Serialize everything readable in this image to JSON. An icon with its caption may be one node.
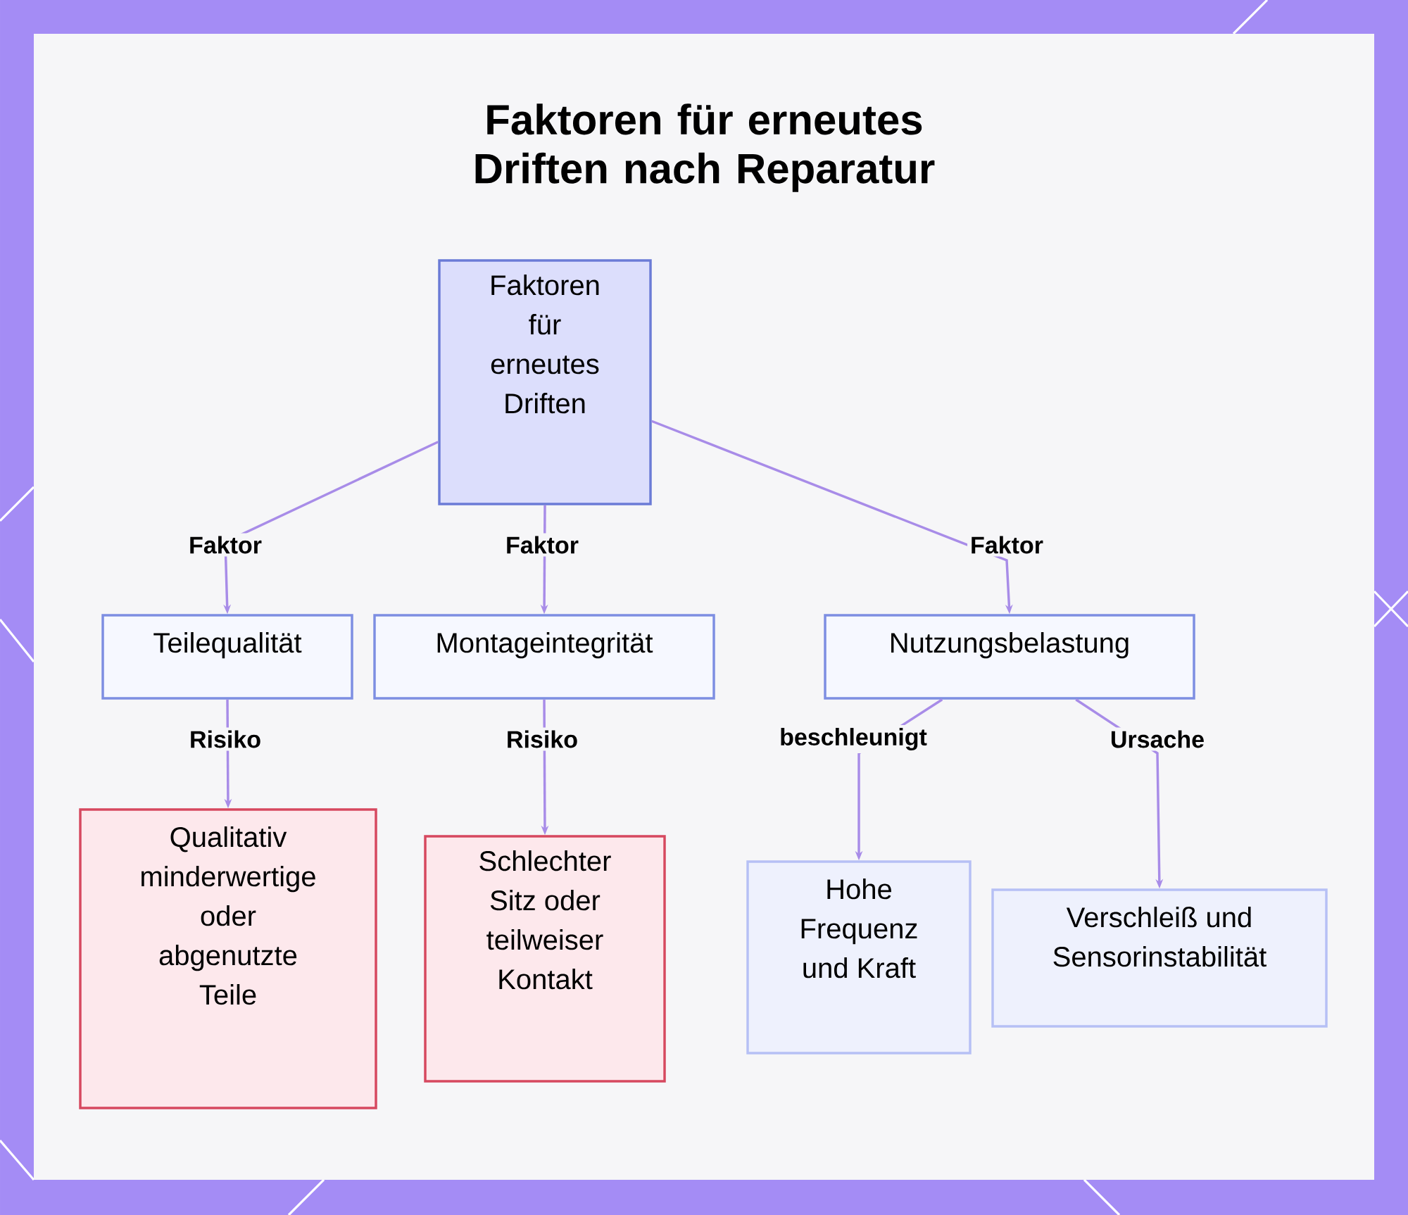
{
  "diagram": {
    "title": "Faktoren für erneutes Driften nach Reparatur",
    "nodes": [
      {
        "text": [
          "Faktoren für erneutes Driften"
        ]
      },
      {
        "text": [
          "Teilequalität"
        ]
      },
      {
        "text": [
          "Montageintegrität"
        ]
      },
      {
        "text": [
          "Nutzungsbelastung"
        ]
      },
      {
        "text": [
          "Qualitativ minderwertige oder abgenutzte Teile"
        ]
      },
      {
        "text": [
          "Schlechter Sitz oder teilweiser Kontakt"
        ]
      },
      {
        "text": [
          "Hohe Frequenz und Kraft"
        ]
      },
      {
        "text": [
          "Verschleiß und Sensorinstabilität"
        ]
      }
    ],
    "edges": [
      {
        "from": 0,
        "to": 1,
        "arrow": "to",
        "label": "Faktor"
      },
      {
        "from": 0,
        "to": 2,
        "arrow": "to",
        "label": "Faktor"
      },
      {
        "from": 0,
        "to": 3,
        "arrow": "to",
        "label": "Faktor"
      },
      {
        "from": 1,
        "to": 4,
        "arrow": "to",
        "label": "Risiko"
      },
      {
        "from": 2,
        "to": 5,
        "arrow": "to",
        "label": "Risiko"
      },
      {
        "from": 3,
        "to": 6,
        "arrow": "to",
        "label": "beschleunigt"
      },
      {
        "from": 3,
        "to": 7,
        "arrow": "to",
        "label": "Ursache"
      }
    ]
  }
}
